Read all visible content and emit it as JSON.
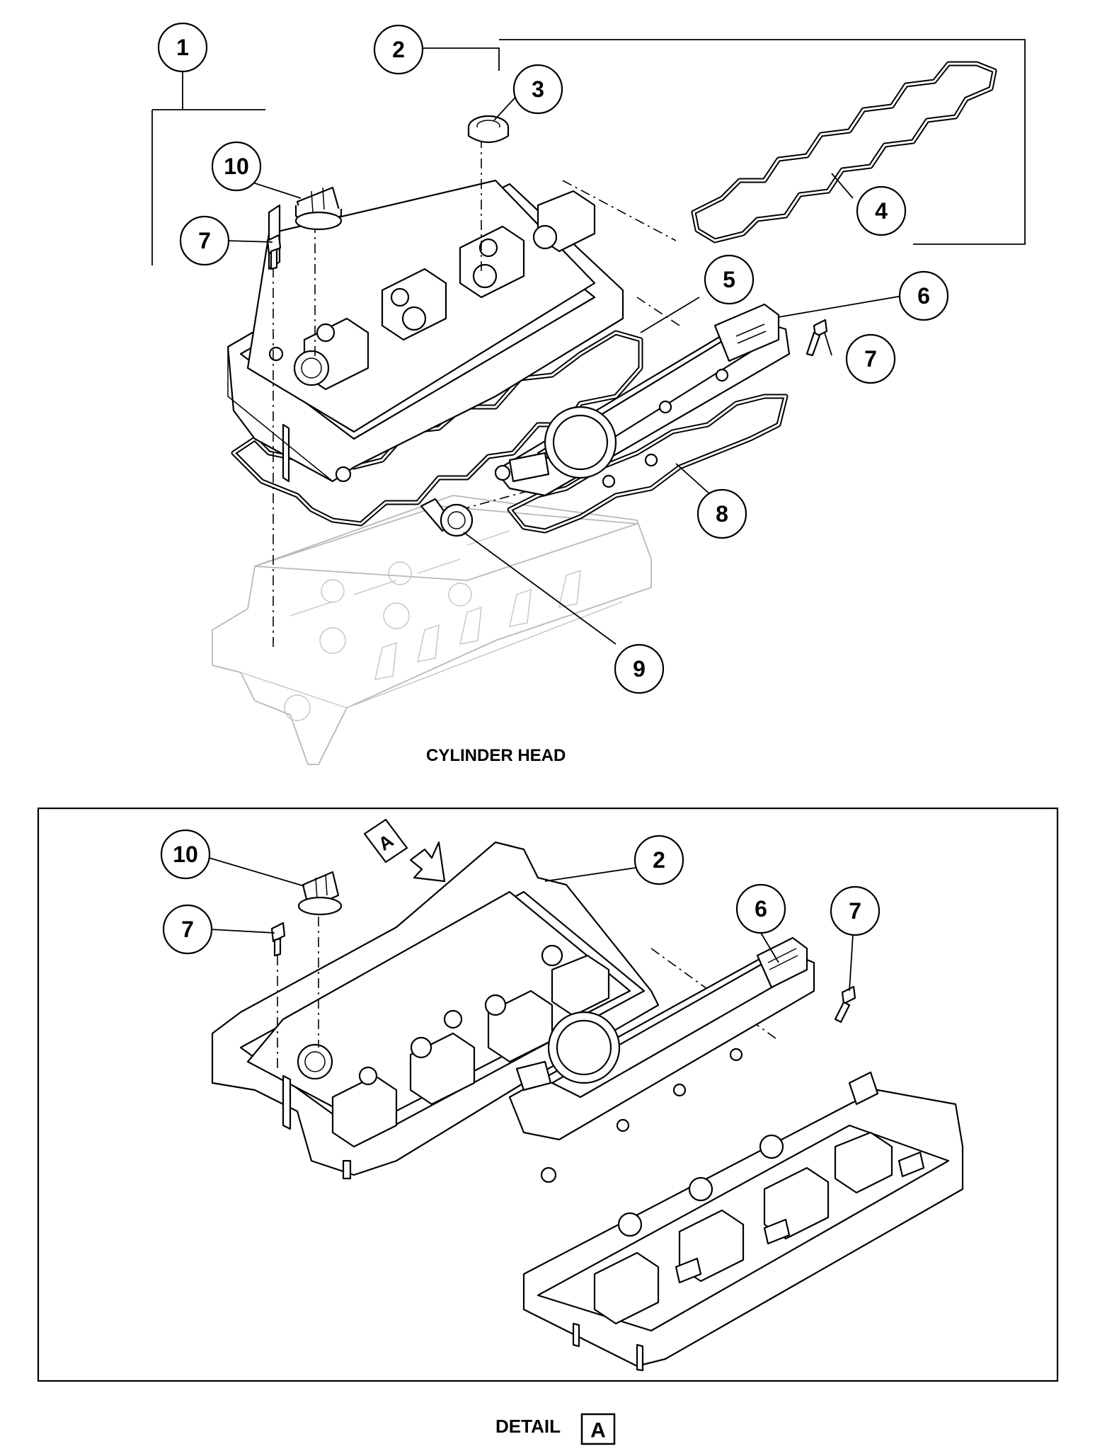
{
  "labels": {
    "cylinder_head": "CYLINDER HEAD",
    "detail": "DETAIL",
    "detail_letter": "A",
    "view_arrow_letter": "A"
  },
  "callouts": {
    "c1": "1",
    "c2": "2",
    "c3": "3",
    "c4": "4",
    "c5": "5",
    "c6": "6",
    "c7a": "7",
    "c7b": "7",
    "c8": "8",
    "c9": "9",
    "c10": "10",
    "d10": "10",
    "d2": "2",
    "d6": "6",
    "d7a": "7",
    "d7b": "7"
  }
}
